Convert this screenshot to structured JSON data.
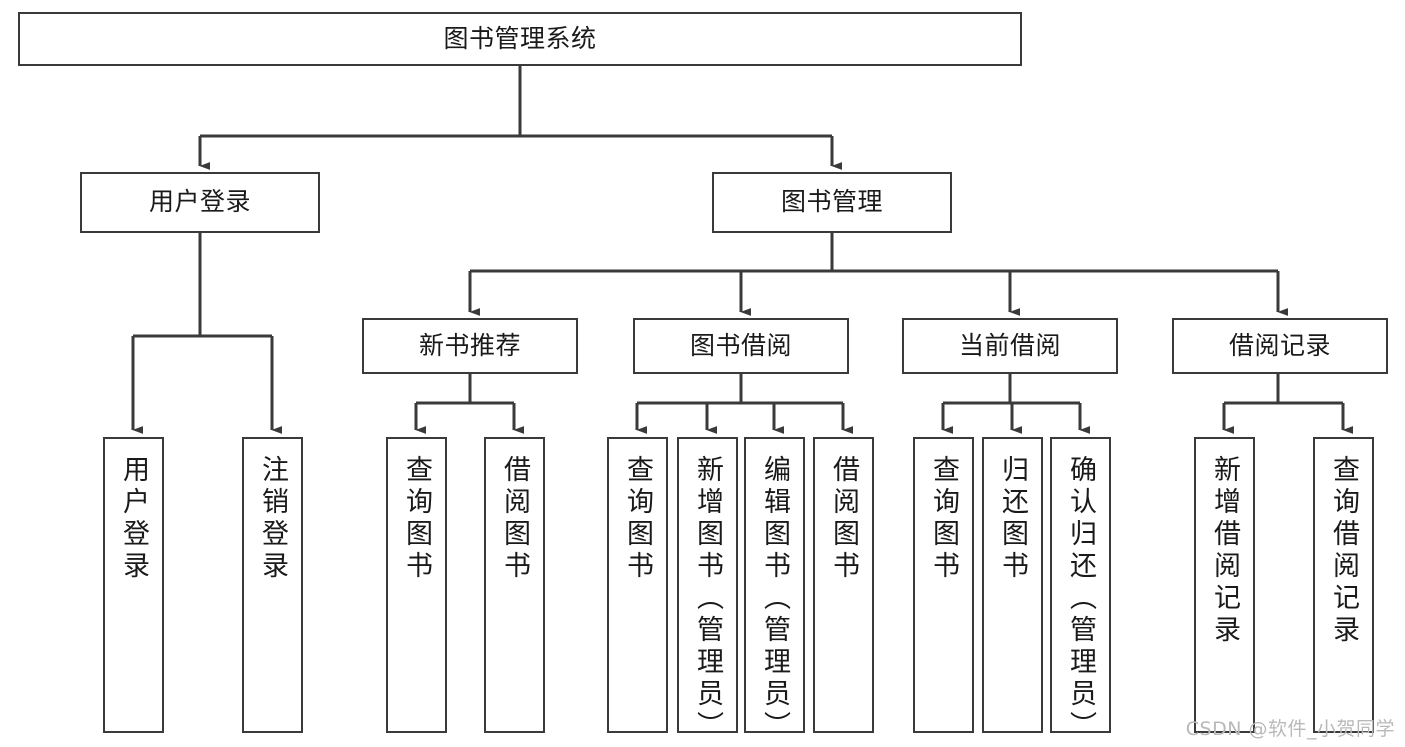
{
  "diagram": {
    "type": "tree-hierarchy",
    "title": "图书管理系统",
    "watermark": "CSDN @软件_小贺同学",
    "colors": {
      "box_border": "#3a3a3a",
      "box_fill": "#ffffff",
      "edge": "#3a3a3a",
      "text": "#1a1a1a",
      "watermark": "#b9b9b9"
    },
    "levels": {
      "root": {
        "label": "图书管理系统"
      },
      "level2": [
        {
          "label": "用户登录"
        },
        {
          "label": "图书管理"
        }
      ],
      "level3": [
        {
          "label": "新书推荐"
        },
        {
          "label": "图书借阅"
        },
        {
          "label": "当前借阅"
        },
        {
          "label": "借阅记录"
        }
      ],
      "leaves": {
        "user_login": [
          {
            "label": "用户登录"
          },
          {
            "label": "注销登录"
          }
        ],
        "new_book_recommend": [
          {
            "label": "查询图书"
          },
          {
            "label": "借阅图书"
          }
        ],
        "book_borrow": [
          {
            "label": "查询图书"
          },
          {
            "label": "新增图书（管理员）"
          },
          {
            "label": "编辑图书（管理员）"
          },
          {
            "label": "借阅图书"
          }
        ],
        "current_borrow": [
          {
            "label": "查询图书"
          },
          {
            "label": "归还图书"
          },
          {
            "label": "确认归还（管理员）"
          }
        ],
        "borrow_record": [
          {
            "label": "新增借阅记录"
          },
          {
            "label": "查询借阅记录"
          }
        ]
      }
    }
  }
}
